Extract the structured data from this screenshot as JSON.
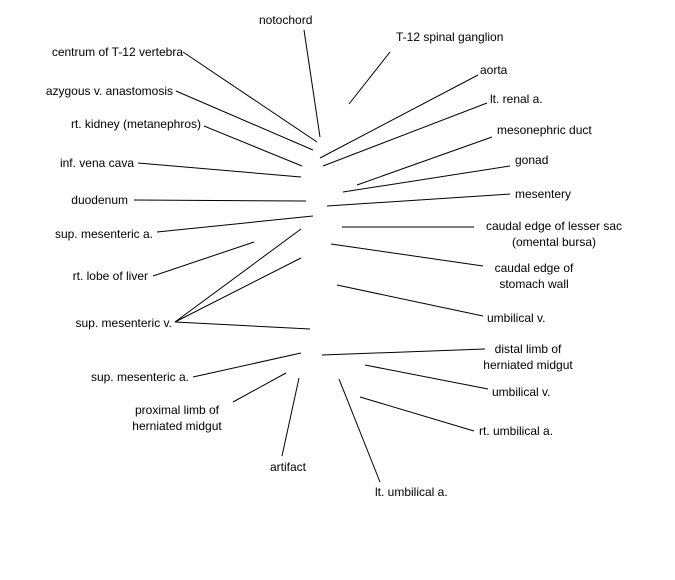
{
  "labels": {
    "notochord": "notochord",
    "t12_spinal_ganglion": "T-12 spinal ganglion",
    "centrum_t12": "centrum of T-12 vertebra",
    "aorta": "aorta",
    "azygous_anastomosis": "azygous v. anastomosis",
    "lt_renal_a": "lt. renal a.",
    "rt_kidney": "rt. kidney (metanephros)",
    "mesonephric_duct": "mesonephric duct",
    "gonad": "gonad",
    "inf_vena_cava": "inf. vena cava",
    "mesentery": "mesentery",
    "duodenum": "duodenum",
    "lesser_sac_1": "caudal edge of lesser sac",
    "lesser_sac_2": "(omental bursa)",
    "sup_mesenteric_a_upper": "sup. mesenteric a.",
    "stomach_wall_1": "caudal edge of",
    "stomach_wall_2": "stomach wall",
    "rt_lobe_liver": "rt. lobe of liver",
    "umbilical_v_upper": "umbilical v.",
    "sup_mesenteric_v": "sup. mesenteric v.",
    "distal_limb_1": "distal limb of",
    "distal_limb_2": "herniated midgut",
    "sup_mesenteric_a_lower": "sup. mesenteric a.",
    "umbilical_v_lower": "umbilical v.",
    "proximal_limb_1": "proximal limb of",
    "proximal_limb_2": "herniated midgut",
    "rt_umbilical_a": "rt. umbilical a.",
    "artifact": "artifact",
    "lt_umbilical_a": "lt. umbilical a."
  }
}
